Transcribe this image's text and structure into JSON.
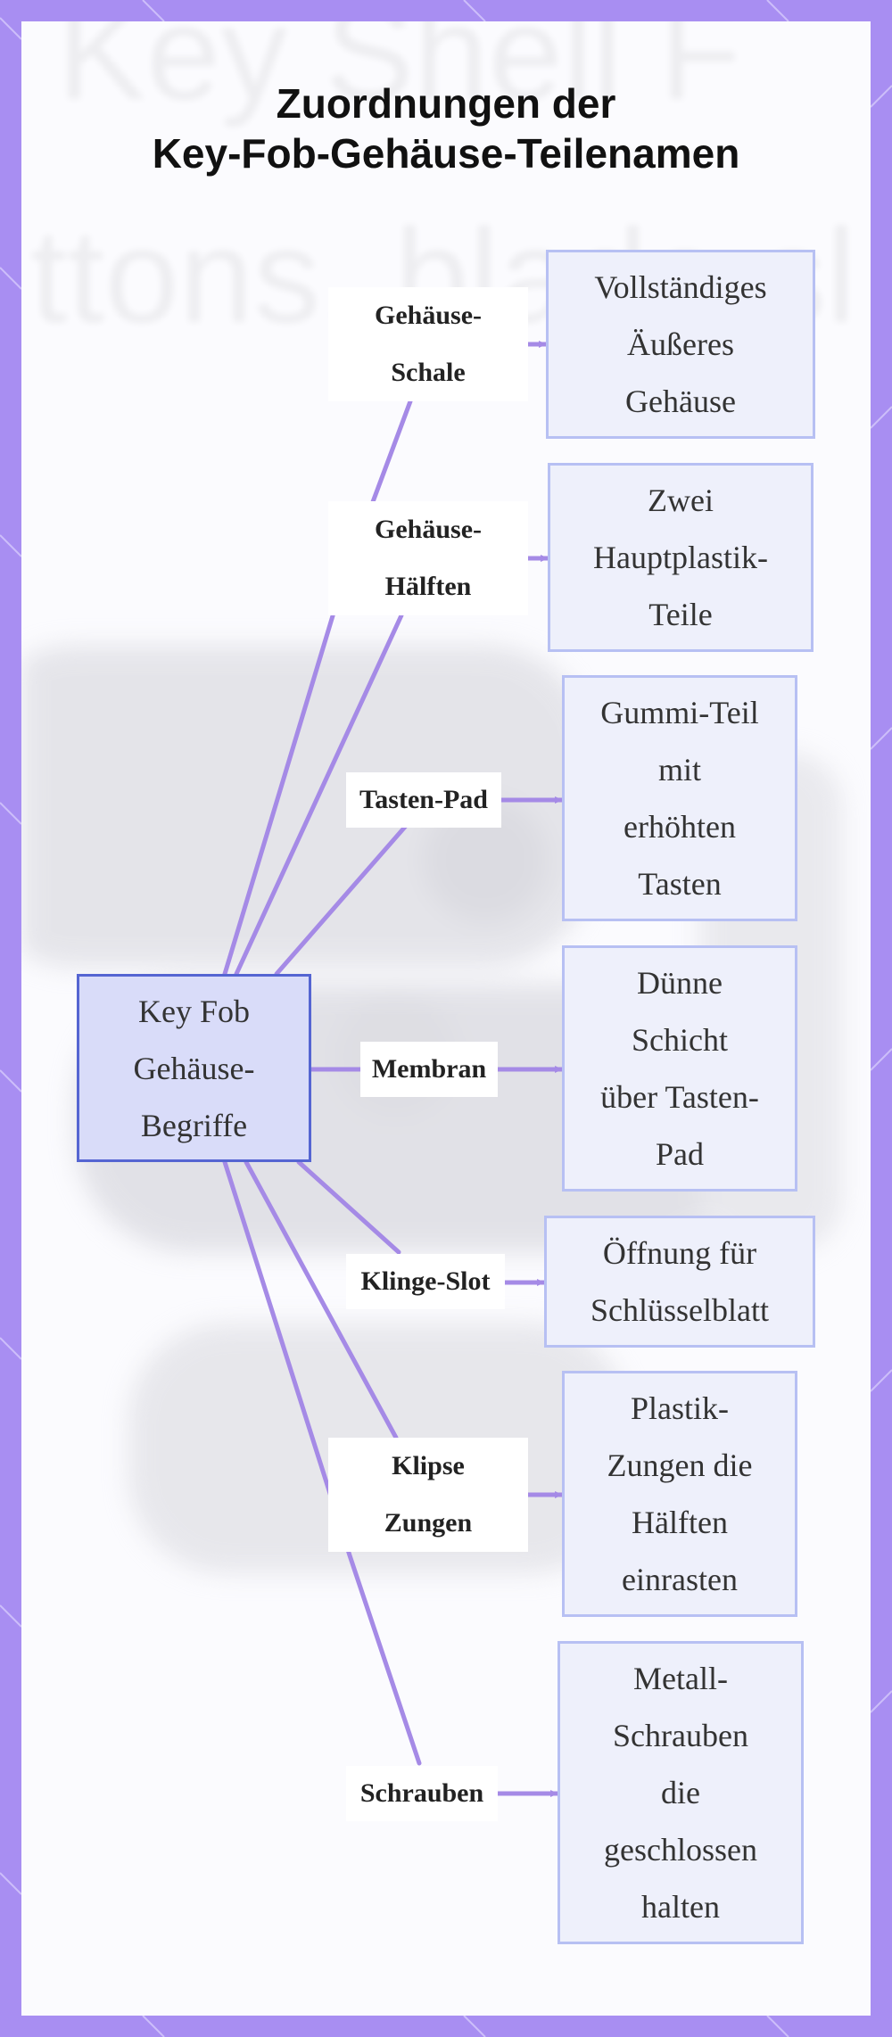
{
  "title": {
    "line1": "Zuordnungen der",
    "line2": "Key-Fob-Gehäuse-Teilenamen"
  },
  "background_text": {
    "line1": "Key Shell F",
    "line2": "ttons, blade sl"
  },
  "center_node": {
    "line1": "Key Fob",
    "line2": "Gehäuse-",
    "line3": "Begriffe"
  },
  "nodes": [
    {
      "id": "gehaeuse-schale",
      "label_lines": [
        "Gehäuse-",
        "Schale"
      ],
      "description_lines": [
        "Vollständiges",
        "Äußeres",
        "Gehäuse"
      ]
    },
    {
      "id": "gehaeuse-haelften",
      "label_lines": [
        "Gehäuse-",
        "Hälften"
      ],
      "description_lines": [
        "Zwei",
        "Hauptplastik-",
        "Teile"
      ]
    },
    {
      "id": "tasten-pad",
      "label_lines": [
        "Tasten-Pad"
      ],
      "description_lines": [
        "Gummi-Teil",
        "mit",
        "erhöhten",
        "Tasten"
      ]
    },
    {
      "id": "membran",
      "label_lines": [
        "Membran"
      ],
      "description_lines": [
        "Dünne",
        "Schicht",
        "über Tasten-",
        "Pad"
      ]
    },
    {
      "id": "klinge-slot",
      "label_lines": [
        "Klinge-Slot"
      ],
      "description_lines": [
        "Öffnung für",
        "Schlüsselblatt"
      ]
    },
    {
      "id": "klipse-zungen",
      "label_lines": [
        "Klipse",
        "Zungen"
      ],
      "description_lines": [
        "Plastik-",
        "Zungen die",
        "Hälften",
        "einrasten"
      ]
    },
    {
      "id": "schrauben",
      "label_lines": [
        "Schrauben"
      ],
      "description_lines": [
        "Metall-",
        "Schrauben",
        "die",
        "geschlossen",
        "halten"
      ]
    }
  ],
  "colors": {
    "border": "#a88ef2",
    "edge": "#a58ae6",
    "center_fill": "#d9dcf9",
    "center_stroke": "#5565d2",
    "box_fill": "#eef0fb",
    "box_stroke": "#b7c0f3"
  }
}
